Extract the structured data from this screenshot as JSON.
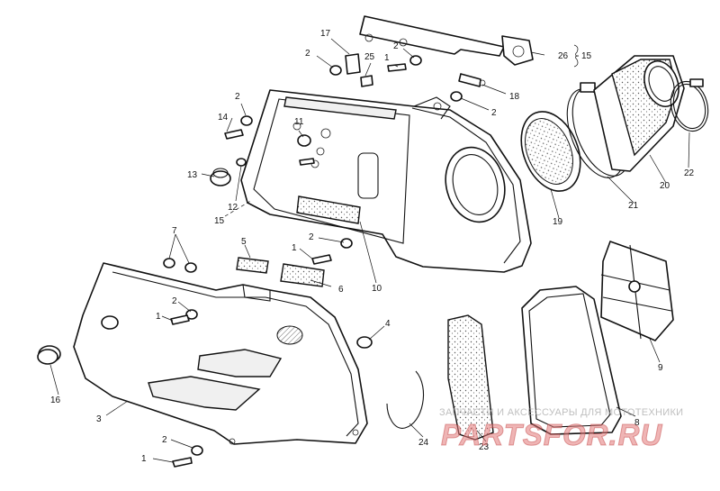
{
  "diagram": {
    "callouts": {
      "c1a": "1",
      "c1b": "1",
      "c1c": "1",
      "c1d": "1",
      "c2a": "2",
      "c2b": "2",
      "c2c": "2",
      "c2d": "2",
      "c2e": "2",
      "c2f": "2",
      "c2g": "2",
      "c3": "3",
      "c4": "4",
      "c5": "5",
      "c6": "6",
      "c7": "7",
      "c8": "8",
      "c9": "9",
      "c10": "10",
      "c11": "11",
      "c12": "12",
      "c13": "13",
      "c14": "14",
      "c15a": "15",
      "c15b": "15",
      "c16": "16",
      "c17": "17",
      "c18": "18",
      "c19": "19",
      "c20": "20",
      "c21": "21",
      "c22": "22",
      "c23": "23",
      "c24": "24",
      "c25": "25",
      "c26": "26"
    }
  },
  "watermark": {
    "subtitle": "ЗАПЧАСТИ И АКСЕССУАРЫ ДЛЯ МОТОТЕХНИКИ",
    "logo": "PARTSFOR.RU"
  }
}
